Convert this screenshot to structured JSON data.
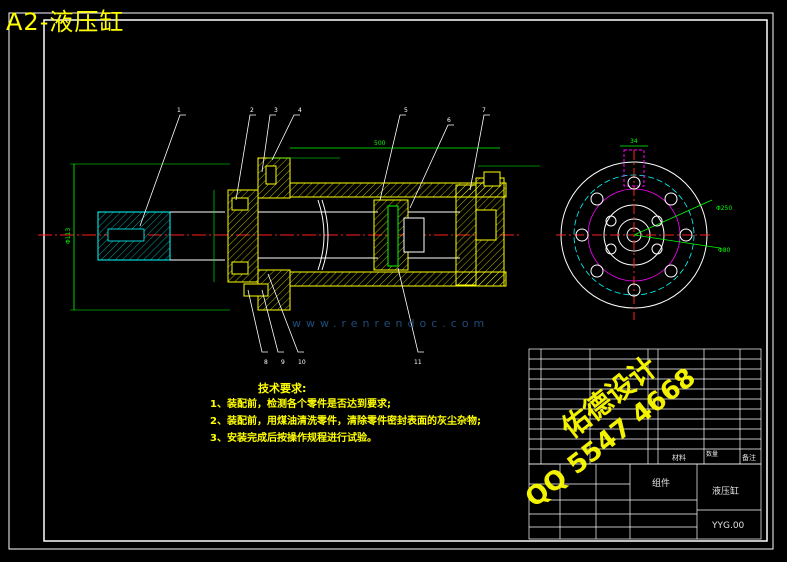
{
  "title": "A2-液压缸",
  "part_balloons": [
    "1",
    "2",
    "3",
    "4",
    "5",
    "6",
    "7",
    "8",
    "9",
    "10",
    "11"
  ],
  "dimensions": {
    "stroke": "500",
    "outer_length": "Φ113",
    "flange_pcd": "Φ250",
    "flange_od": "Φ80",
    "slot_width": "34"
  },
  "tech_requirements": {
    "heading": "技术要求:",
    "items": [
      "1、装配前，检测各个零件是否达到要求;",
      "2、装配前，用煤油清洗零件，清除零件密封表面的灰尘杂物;",
      "3、安装完成后按操作规程进行试验。"
    ]
  },
  "title_block": {
    "component": "组件",
    "name": "液压缸",
    "drawing_no": "YYG.00",
    "material_label": "材料",
    "note_label": "备注",
    "count_label": "数量"
  },
  "watermark": {
    "url": "www.renrendoc.com",
    "line1": "佑德设计",
    "line2": "QQ 5547 4668"
  },
  "colors": {
    "background": "#000000",
    "border": "#ffffff",
    "section": "#ffff00",
    "centerline": "#ff2020",
    "hatch": "#00ffff",
    "dimension": "#00ff00",
    "hidden": "#ff00ff"
  }
}
